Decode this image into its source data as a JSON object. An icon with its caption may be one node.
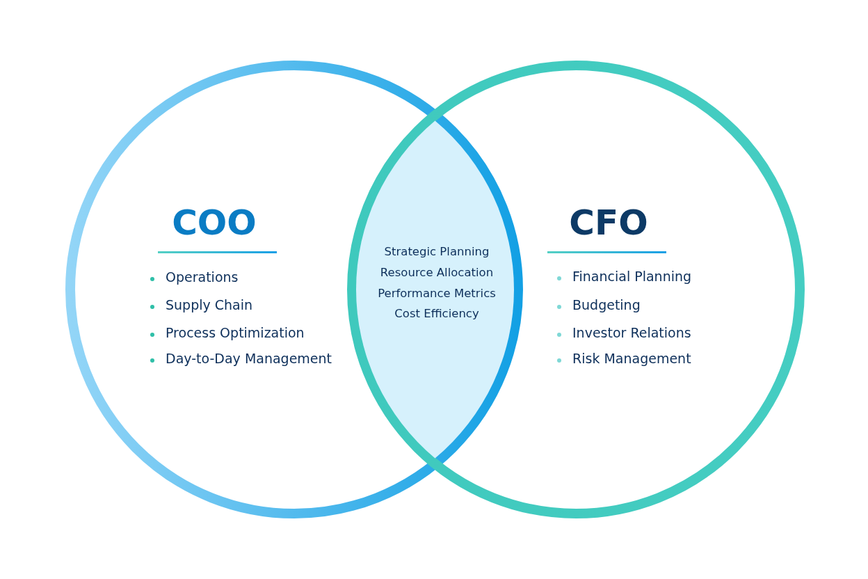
{
  "diagram": {
    "nodes": [
      {
        "text": [
          "COO",
          "Operations",
          "Supply Chain",
          "Process Optimization",
          "Day-to-Day Management"
        ]
      },
      {
        "text": [
          "CFO",
          "Financial Planning",
          "Budgeting",
          "Investor Relations",
          "Risk Management"
        ]
      },
      {
        "text": [
          "Strategic Planning",
          "Resource Allocation",
          "Performance Metrics",
          "Cost Efficiency"
        ]
      }
    ]
  }
}
